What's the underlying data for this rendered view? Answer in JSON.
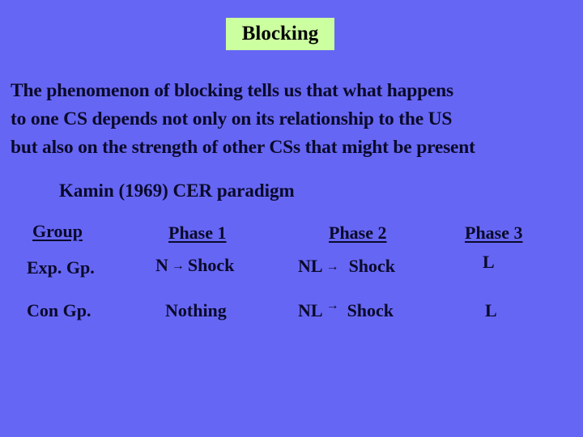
{
  "slide": {
    "background_color": "#6666f5",
    "title": "Blocking",
    "title_box_color": "#ccffa0",
    "paragraph_lines": [
      "The  phenomenon of blocking tells us that what happens",
      "to one CS depends not only on its relationship to the US",
      "but also on the strength of other CSs that might be present"
    ],
    "subtitle": "Kamin (1969) CER paradigm"
  },
  "table": {
    "headers": [
      "Group",
      "Phase 1",
      "Phase 2",
      "Phase 3"
    ],
    "rows": [
      {
        "group": "Exp. Gp.",
        "phase1": {
          "stimulus": "N",
          "arrow": "→",
          "outcome": "Shock"
        },
        "phase2": {
          "stimulus": "NL",
          "arrow": "→",
          "outcome": "Shock"
        },
        "phase3": "L"
      },
      {
        "group": "Con Gp.",
        "phase1": {
          "text": "Nothing"
        },
        "phase2": {
          "stimulus": "NL",
          "arrow": "→",
          "outcome": "Shock"
        },
        "phase3": "L"
      }
    ]
  }
}
